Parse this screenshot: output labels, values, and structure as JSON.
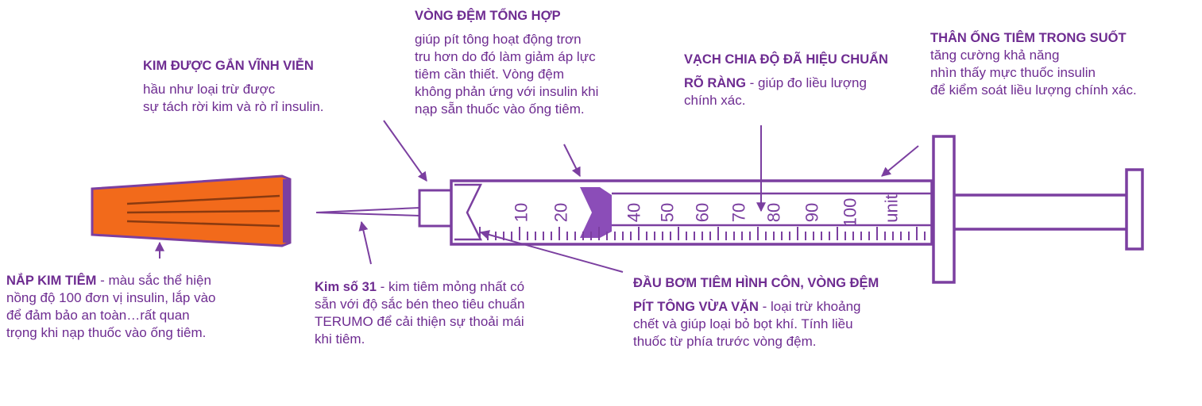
{
  "colors": {
    "text": "#6e2c91",
    "outline": "#7b3fa0",
    "cap": "#f26a1b",
    "cap_dark": "#8a3a10",
    "plunger_head": "#8b4db8"
  },
  "syringe": {
    "scale_numbers": [
      "10",
      "20",
      "40",
      "50",
      "60",
      "70",
      "80",
      "90",
      "100"
    ],
    "unit_label": "unit"
  },
  "labels": {
    "needle": {
      "title": "KIM ĐƯỢC GẮN VĨNH VIỄN",
      "lines": [
        "hầu như loại trừ được",
        "sự tách rời kim và rò rỉ insulin."
      ]
    },
    "gasket": {
      "title": "VÒNG ĐỆM TỔNG HỢP",
      "lines": [
        "giúp pít tông hoạt động trơn",
        "tru hơn do đó làm giảm áp lực",
        "tiêm cần thiết. Vòng đệm",
        "không phản ứng với insulin khi",
        "nạp sẵn thuốc vào ống tiêm."
      ]
    },
    "scale": {
      "title": "VẠCH CHIA ĐỘ ĐÃ HIỆU CHUẨN",
      "title2": "RÕ RÀNG",
      "rest": " - giúp đo liều lượng",
      "lines": [
        "chính xác."
      ]
    },
    "barrel": {
      "title": "THÂN ỐNG TIÊM TRONG SUỐT",
      "lines": [
        "tăng cường khả năng",
        "nhìn thấy mực thuốc insulin",
        "để kiểm soát liều lượng chính xác."
      ]
    },
    "cap": {
      "title": "NẮP KIM TIÊM",
      "rest": " - màu sắc thể hiện",
      "lines": [
        "nồng độ 100 đơn vị insulin, lắp vào",
        "để đảm bảo an toàn…rất quan",
        "trọng khi nạp thuốc vào ống tiêm."
      ]
    },
    "gauge": {
      "title": "Kim số 31",
      "rest": " - kim tiêm mỏng nhất có",
      "lines": [
        "sẵn với độ sắc bén theo tiêu chuẩn",
        "TERUMO để cải thiện sự thoải mái",
        "khi tiêm."
      ]
    },
    "tip": {
      "title": "ĐẦU BƠM TIÊM HÌNH CÔN, VÒNG ĐỆM",
      "title2": "PÍT TÔNG VỪA VẶN",
      "rest": " - loại trừ khoảng",
      "lines": [
        "chết và giúp loại bỏ bọt khí. Tính liều",
        "thuốc từ phía trước vòng đệm."
      ]
    }
  }
}
